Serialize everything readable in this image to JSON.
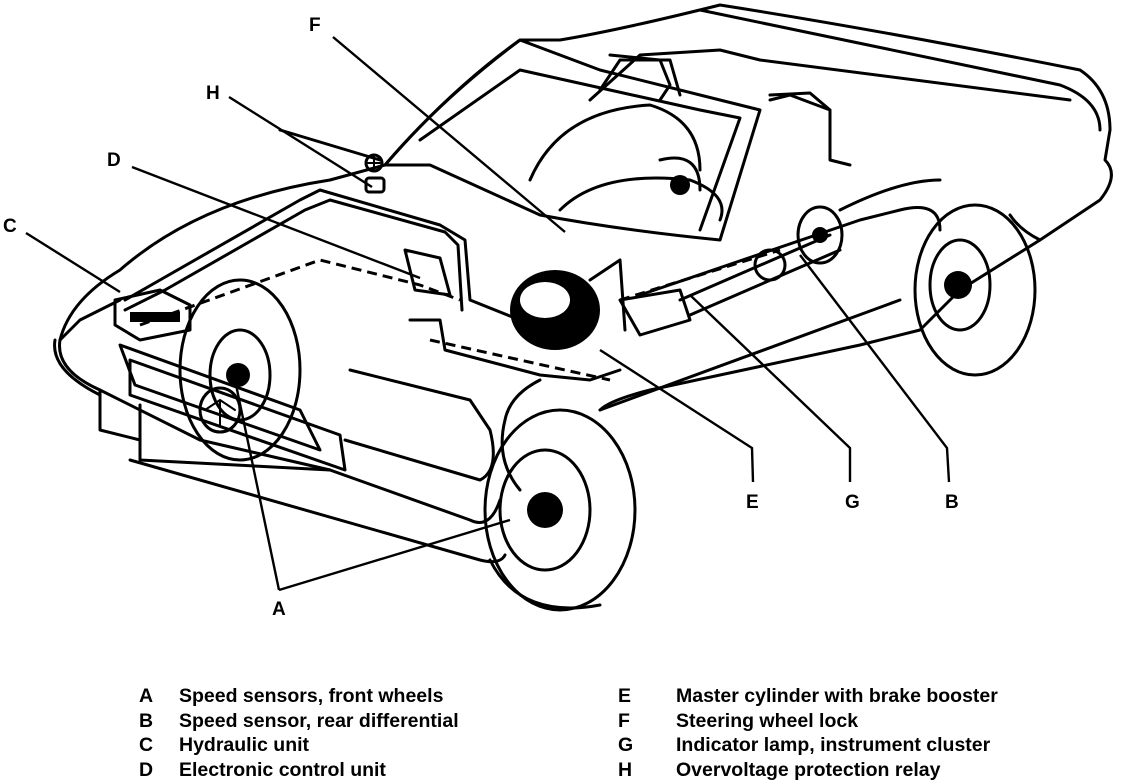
{
  "figure": {
    "subject": "Vehicle ABS component locations",
    "callouts": [
      "A",
      "B",
      "C",
      "D",
      "E",
      "F",
      "G",
      "H"
    ]
  },
  "legend": {
    "left": [
      {
        "key": "A",
        "label": "Speed sensors, front wheels"
      },
      {
        "key": "B",
        "label": "Speed sensor, rear differential"
      },
      {
        "key": "C",
        "label": "Hydraulic unit"
      },
      {
        "key": "D",
        "label": "Electronic control unit"
      }
    ],
    "right": [
      {
        "key": "E",
        "label": "Master cylinder with brake booster"
      },
      {
        "key": "F",
        "label": "Steering wheel lock"
      },
      {
        "key": "G",
        "label": "Indicator lamp, instrument cluster"
      },
      {
        "key": "H",
        "label": "Overvoltage protection relay"
      }
    ]
  }
}
